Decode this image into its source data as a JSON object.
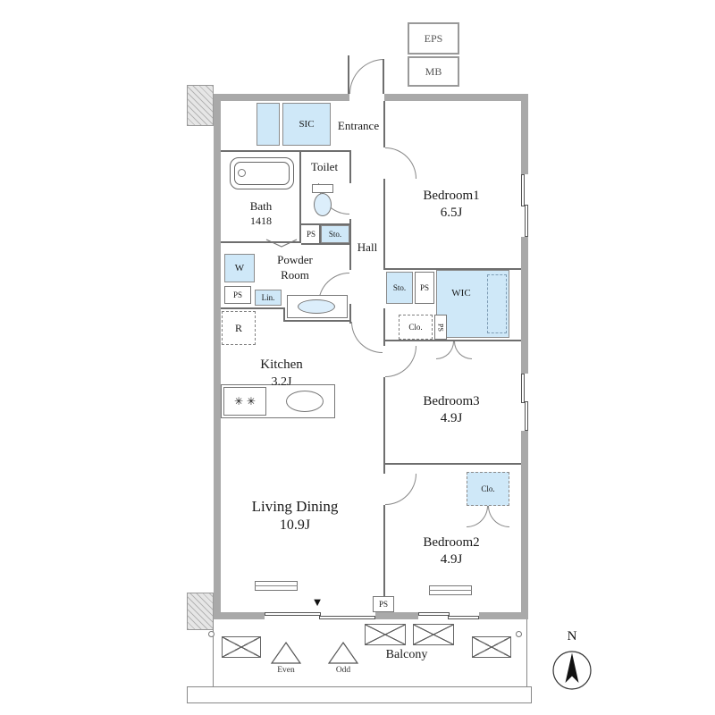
{
  "colors": {
    "storage_blue": "#cfe8f8",
    "wall_gray": "#a9a9a9",
    "partition_gray": "#6e6e6e",
    "text": "#1a1a1a"
  },
  "shafts": {
    "eps": "EPS",
    "mb": "MB"
  },
  "rooms": {
    "entrance": "Entrance",
    "sic": "SIC",
    "toilet": "Toilet",
    "bath": {
      "name": "Bath",
      "size": "1418"
    },
    "hall": "Hall",
    "powder": {
      "line1": "Powder",
      "line2": "Room"
    },
    "kitchen": {
      "name": "Kitchen",
      "size": "3.2J"
    },
    "living": {
      "name": "Living Dining",
      "size": "10.9J"
    },
    "bedroom1": {
      "name": "Bedroom1",
      "size": "6.5J"
    },
    "bedroom3": {
      "name": "Bedroom3",
      "size": "4.9J"
    },
    "bedroom2": {
      "name": "Bedroom2",
      "size": "4.9J"
    },
    "wic": "WIC",
    "balcony": "Balcony"
  },
  "fixtures": {
    "ps": "PS",
    "sto": "Sto.",
    "lin": "Lin.",
    "clo": "Clo.",
    "washer": "W",
    "fridge": "R"
  },
  "markers": {
    "even": "Even",
    "odd": "Odd",
    "north": "N",
    "entry_arrow": "▼",
    "stove_burners": "✳ ✳"
  }
}
